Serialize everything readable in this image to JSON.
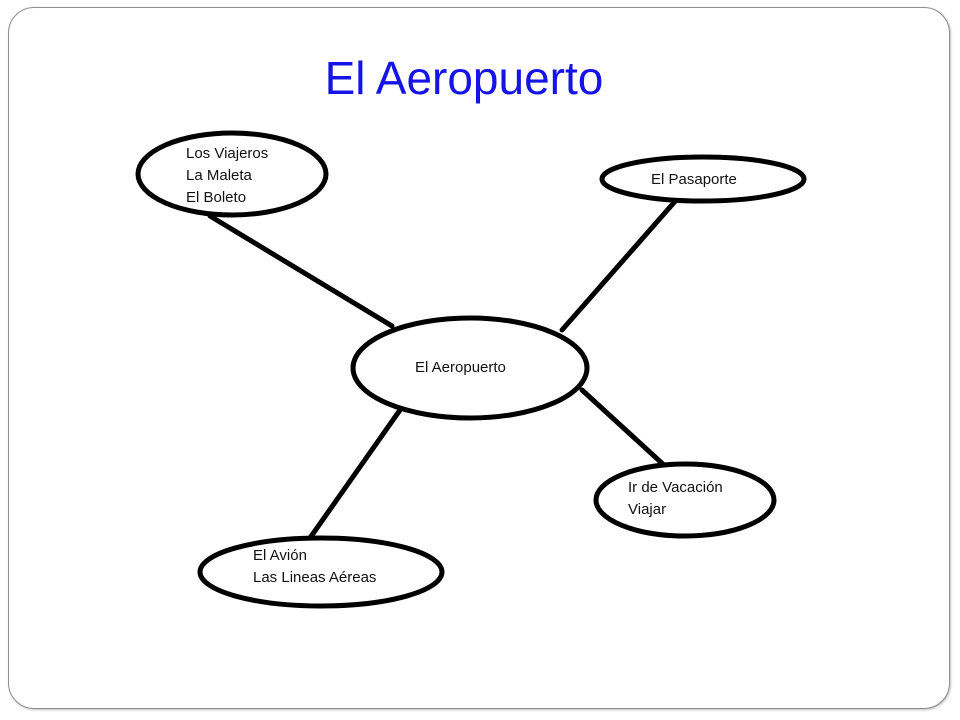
{
  "slide": {
    "title": "El Aeropuerto"
  },
  "diagram": {
    "center": {
      "lines": [
        "El Aeropuerto"
      ]
    },
    "nodes": {
      "top_left": {
        "lines": [
          "Los Viajeros",
          "La Maleta",
          "El Boleto"
        ]
      },
      "top_right": {
        "lines": [
          "El Pasaporte"
        ]
      },
      "bottom_left": {
        "lines": [
          "El Avión",
          "Las Lineas Aéreas"
        ]
      },
      "bottom_right": {
        "lines": [
          "Ir de Vacación",
          "Viajar"
        ]
      }
    }
  },
  "colors": {
    "title": "#1414e6",
    "stroke": "#000000",
    "frame": "#8e8e8e"
  }
}
